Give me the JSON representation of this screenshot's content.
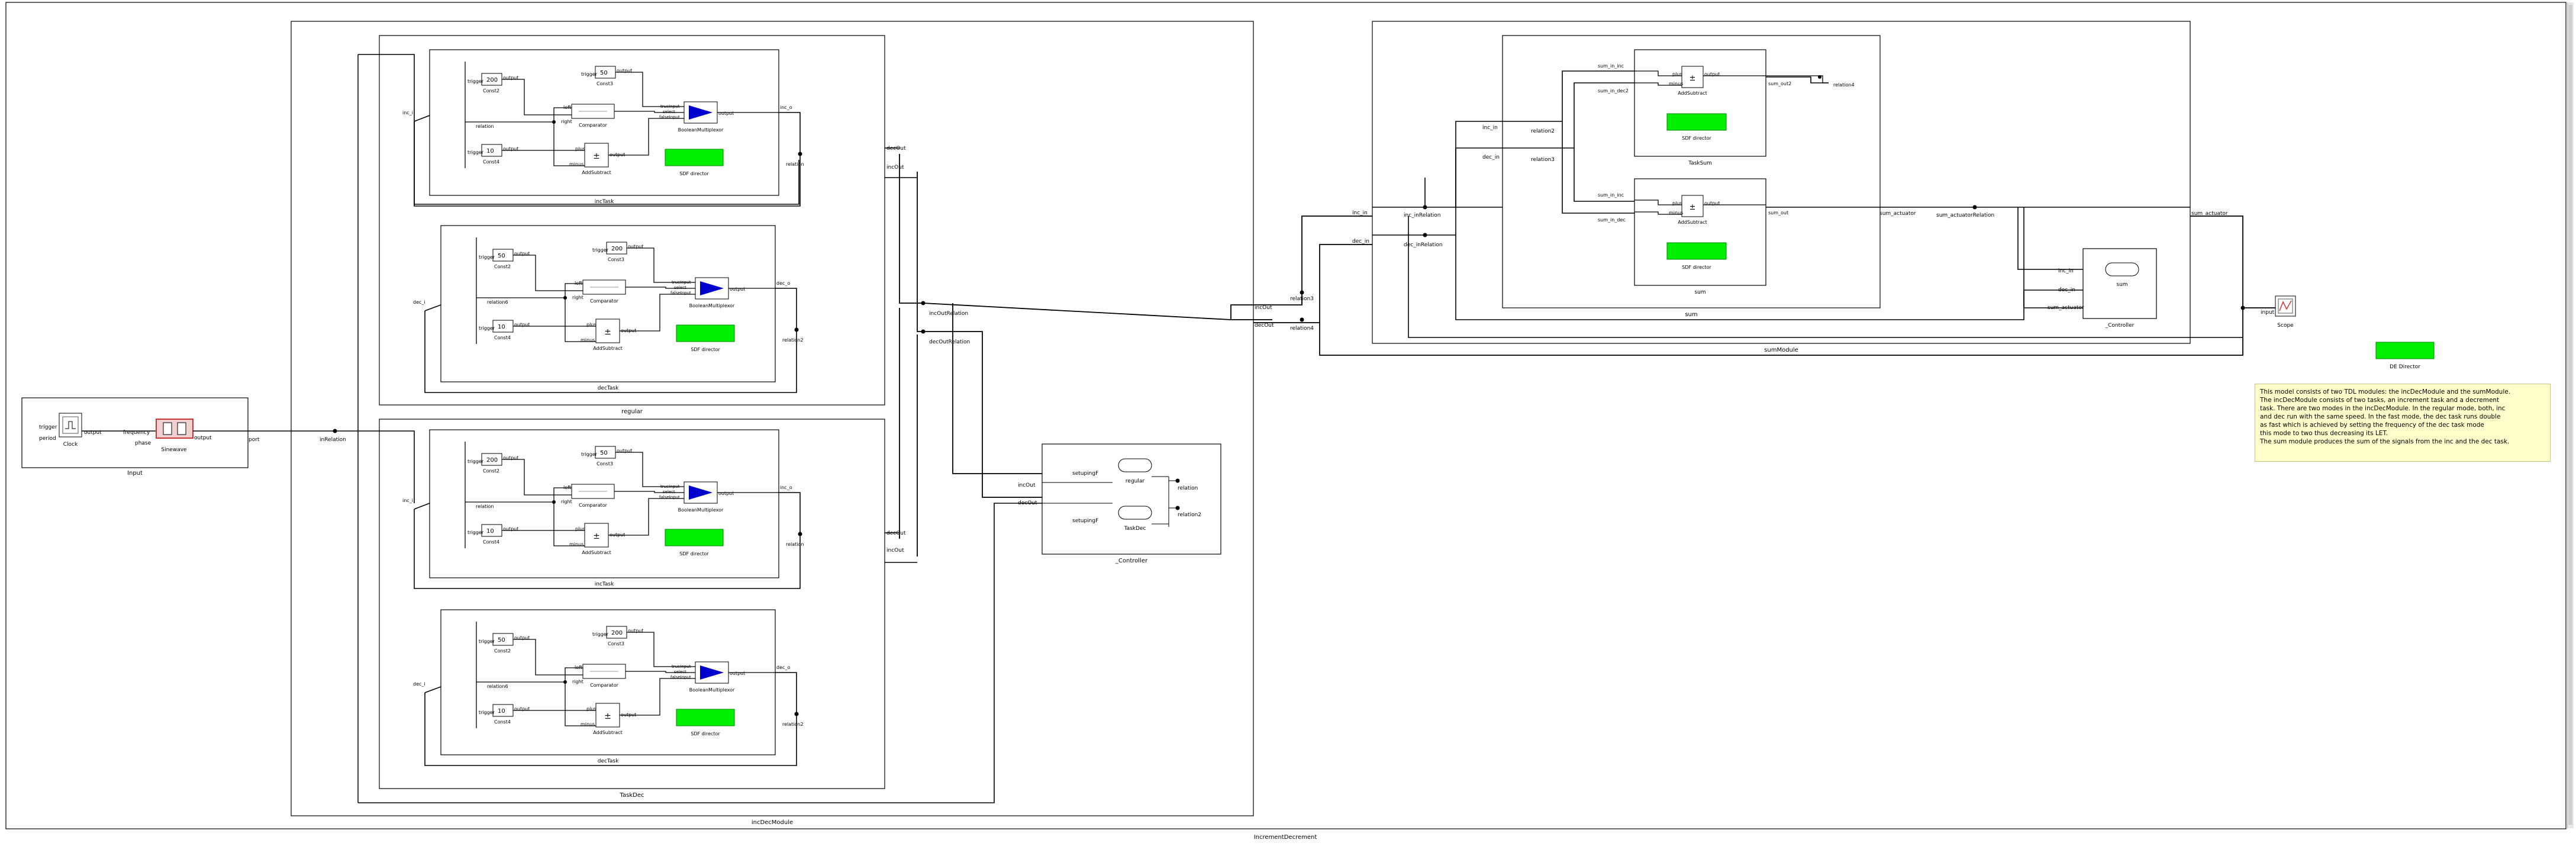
{
  "model_name": "IncrementDecrement",
  "colors": {
    "director": "#00ee00",
    "triangle": "#0000cc",
    "wire": "#000000",
    "sinewave": "#cc3333",
    "note_bg": "#ffffcc"
  },
  "input": {
    "title": "Input",
    "clock": "Clock",
    "clock_in": "trigger",
    "clock_in2": "period",
    "clock_out": "output",
    "sine": "Sinewave",
    "sine_in": "frequency",
    "sine_in2": "phase",
    "sine_out": "output",
    "port": "port",
    "relation": "inRelation"
  },
  "incdec": {
    "title": "incDecModule",
    "regular": "regular",
    "taskdec": "TaskDec",
    "incout": "incOut",
    "decout": "decOut",
    "inc_rel": "incOutRelation",
    "dec_rel": "decOutRelation"
  },
  "task_inc": {
    "title": "incTask",
    "const_a": "Const2",
    "const_a_val": "200",
    "const_b": "Const3",
    "const_b_val": "50",
    "const_c": "Const4",
    "const_c_val": "10",
    "trigger": "trigger",
    "output": "output",
    "relation": "relation",
    "comparator": "Comparator",
    "left": "left",
    "right": "right",
    "mux": "BooleanMultiplexor",
    "mux_t": "trueInput",
    "mux_f": "falseInput",
    "mux_s": "select",
    "add": "AddSubtract",
    "plus": "plus",
    "minus": "minus",
    "sdf": "SDF director",
    "port_in": "inc_i",
    "port_out": "inc_o",
    "rel2": "relation"
  },
  "task_dec": {
    "title": "decTask",
    "const_a": "Const2",
    "const_a_val": "50",
    "const_b": "Const3",
    "const_b_val": "200",
    "const_c": "Const4",
    "const_c_val": "10",
    "trigger": "trigger",
    "output": "output",
    "relation": "relation6",
    "comparator": "Comparator",
    "left": "left",
    "right": "right",
    "mux": "BooleanMultiplexor",
    "mux_t": "trueInput",
    "mux_f": "falseInput",
    "mux_s": "select",
    "add": "AddSubtract",
    "plus": "plus",
    "minus": "minus",
    "sdf": "SDF director",
    "port_in": "dec_i",
    "port_out": "dec_o",
    "rel2": "relation2"
  },
  "controller1": {
    "title": "_Controller",
    "state1": "regular",
    "state2": "TaskDec",
    "port_a": "incOut",
    "port_b": "decOut",
    "rel_a": "relation",
    "rel_b": "relation2",
    "set_label": "setupingF"
  },
  "mid": {
    "incout": "incOut",
    "decout": "decOut",
    "rel3": "relation3",
    "rel4": "relation4"
  },
  "summodule": {
    "title": "sumModule",
    "inc_in": "inc_in",
    "dec_in": "dec_in",
    "inc_rel": "inc_inRelation",
    "dec_rel": "dec_inRelation",
    "sum_title": "sum",
    "rel2": "relation2",
    "rel3": "relation3",
    "task_sum": "TaskSum",
    "sum_inner": "sum",
    "sum_in_inc": "sum_in_inc",
    "sum_in_dec": "sum_in_dec",
    "sum_in_dec2": "sum_in_dec2",
    "sum_out2": "sum_out2",
    "sum_out": "sum_out",
    "relation4": "relation4",
    "add": "AddSubtract",
    "plus": "plus",
    "minus": "minus",
    "output": "output",
    "sdf": "SDF director",
    "sum_actuator": "sum_actuator",
    "sum_actuator_rel": "sum_actuatorRelation",
    "ctrl_title": "_Controller",
    "ctrl_state": "sum",
    "ctrl_inc": "inc_in",
    "ctrl_dec": "dec_in",
    "ctrl_act": "sum_actuator",
    "out_actuator": "sum_actuator"
  },
  "scope": {
    "title": "Scope",
    "port": "input"
  },
  "de_director": "DE Director",
  "note_lines": [
    "This model consists of two TDL modules: the incDecModule and the sumModule.",
    "The incDecModule consists of two tasks, an increment task and a decrement",
    "task. There are two modes in the incDecModule. In the regular mode, both, inc",
    "and dec run with the same speed. In the fast mode, the dec task runs double",
    "as fast which is achieved by setting the frequency of the dec task mode",
    "this mode to two thus decreasing its LET.",
    "The sum module produces the sum of the signals from the inc and the dec task."
  ]
}
